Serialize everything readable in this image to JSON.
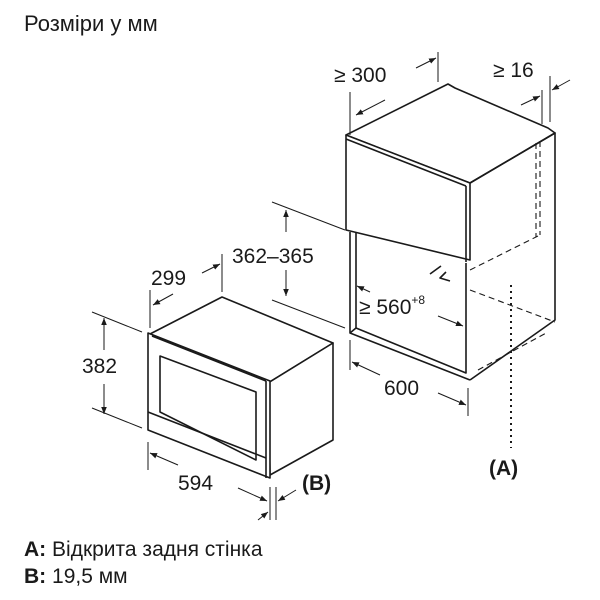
{
  "title": "Розміри у мм",
  "cabinet": {
    "dim_depth_min": "≥ 300",
    "dim_side_gap": "≥ 16",
    "dim_opening_height": "362–365",
    "dim_opening_width": "≥ 560",
    "dim_opening_width_tolerance": "+8",
    "dim_cabinet_width": "600",
    "label_a": "(A)"
  },
  "appliance": {
    "dim_depth": "299",
    "dim_height": "382",
    "dim_width": "594",
    "label_b": "(B)"
  },
  "legend": [
    {
      "key": "A:",
      "text": "Відкрита задня стінка"
    },
    {
      "key": "B:",
      "text": "19,5 мм"
    }
  ],
  "colors": {
    "line": "#1a1a1a",
    "background": "#ffffff"
  }
}
